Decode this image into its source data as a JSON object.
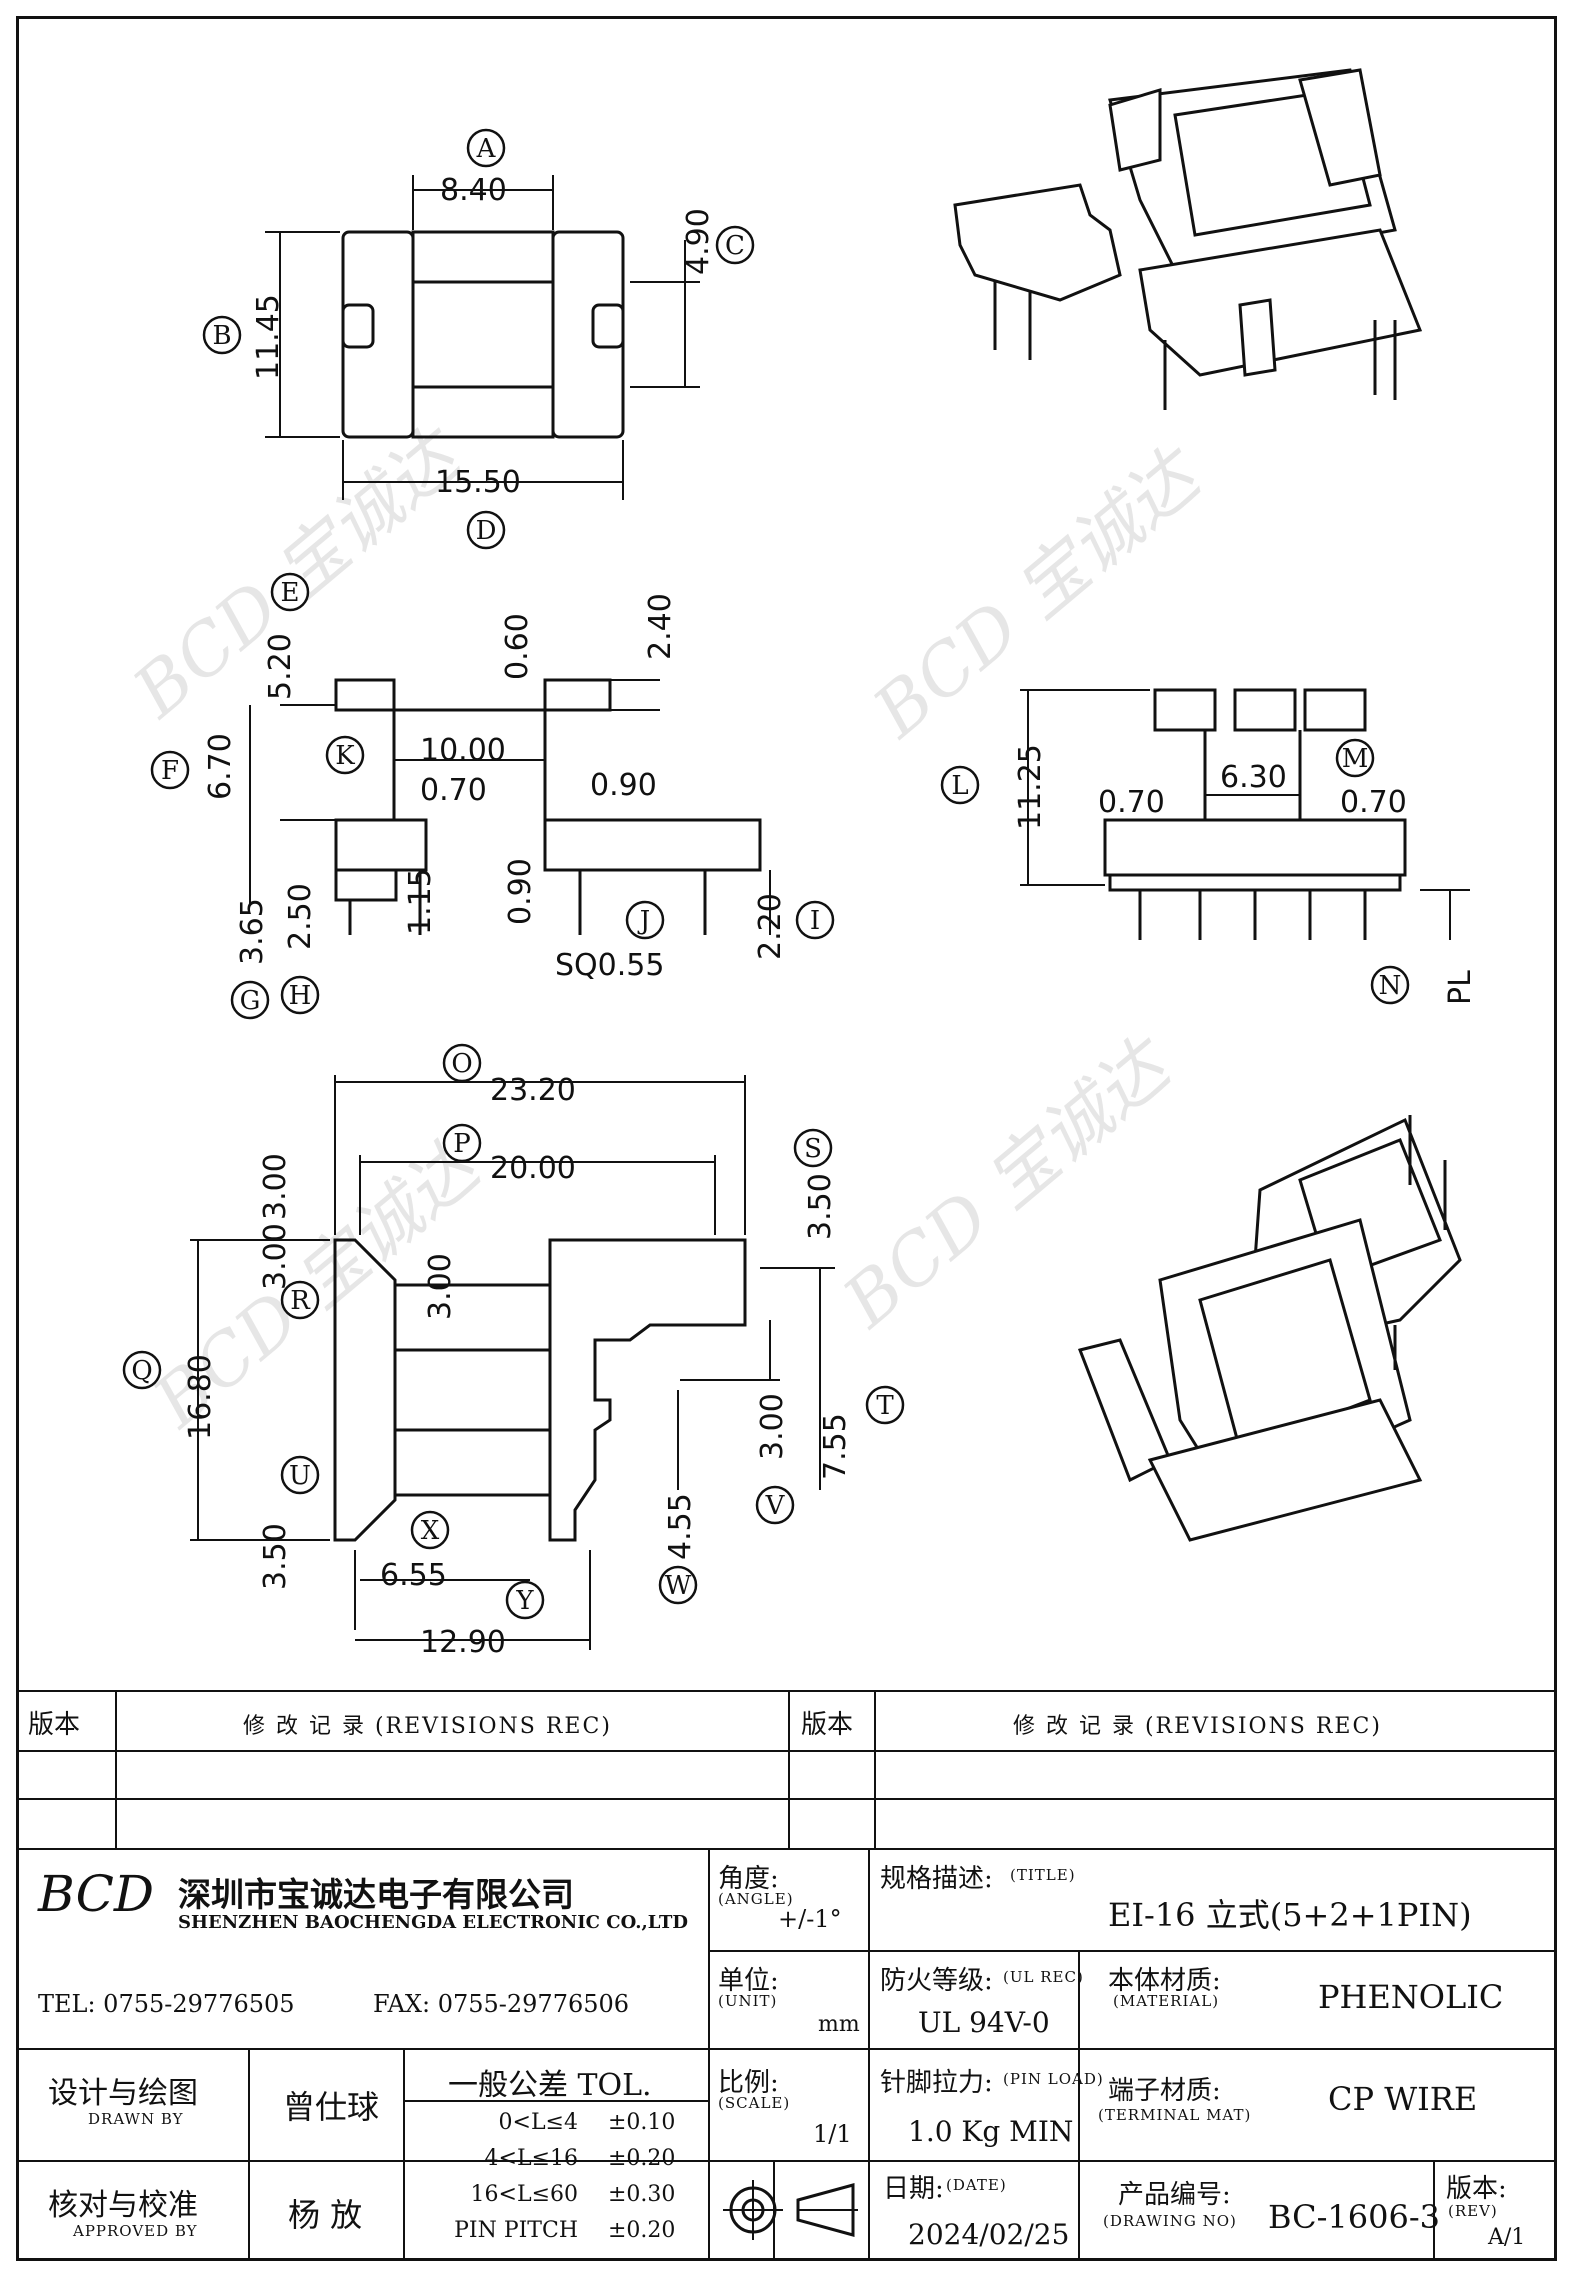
{
  "drawing": {
    "watermark": "BCD 宝诚达",
    "top_view": {
      "dims": {
        "A": "8.40",
        "B": "11.45",
        "C": "4.90",
        "D": "15.50"
      }
    },
    "side_view": {
      "dims": {
        "E": "5.20",
        "e_top": "0.60",
        "e_right": "2.40",
        "F": "6.70",
        "K": "10.00",
        "k_left": "0.70",
        "k_right": "0.90",
        "G": "3.65",
        "H": "2.50",
        "h2": "1.15",
        "j_left": "0.90",
        "J": "SQ0.55",
        "I": "2.20"
      }
    },
    "front_view": {
      "dims": {
        "L": "11.25",
        "M": "6.30",
        "m_left": "0.70",
        "m_right": "0.70",
        "N": "PL"
      }
    },
    "bottom_view": {
      "dims": {
        "O": "23.20",
        "P": "20.00",
        "Q": "16.80",
        "q_top": "3.00",
        "R": "3.00",
        "r_inner": "3.00",
        "U": "3.50",
        "S": "3.50",
        "T": "7.55",
        "t_inner": "3.00",
        "W": "4.55",
        "X": "6.55",
        "Y": "12.90"
      }
    },
    "callouts": [
      "A",
      "B",
      "C",
      "D",
      "E",
      "F",
      "G",
      "H",
      "I",
      "J",
      "K",
      "L",
      "M",
      "N",
      "O",
      "P",
      "Q",
      "R",
      "S",
      "T",
      "U",
      "V",
      "W",
      "X",
      "Y"
    ]
  },
  "revisions": {
    "col1_label": "版本",
    "col1_title": "修 改 记 录 (REVISIONS REC)",
    "col2_label": "版本",
    "col2_title": "修 改 记 录 (REVISIONS REC)"
  },
  "company": {
    "logo": "BCD",
    "name_cn": "深圳市宝诚达电子有限公司",
    "name_en": "SHENZHEN BAOCHENGDA ELECTRONIC CO.,LTD",
    "tel": "TEL: 0755-29776505",
    "fax": "FAX: 0755-29776506"
  },
  "titleblock": {
    "angle_label": "角度:",
    "angle_en": "(ANGLE)",
    "angle_val": "+/-1°",
    "title_label": "规格描述:",
    "title_en": "(TITLE)",
    "title_val": "EI-16 立式(5+2+1PIN)",
    "unit_label": "单位:",
    "unit_en": "(UNIT)",
    "unit_val": "mm",
    "ul_label": "防火等级:",
    "ul_en": "(UL REC)",
    "ul_val": "UL 94V-0",
    "material_label": "本体材质:",
    "material_en": "(MATERIAL)",
    "material_val": "PHENOLIC",
    "drawn_label": "设计与绘图",
    "drawn_en": "DRAWN BY",
    "drawn_val": "曾仕球",
    "tol_label": "一般公差 TOL.",
    "tol_rows": [
      {
        "range": "0<L≤4",
        "tol": "±0.10"
      },
      {
        "range": "4<L≤16",
        "tol": "±0.20"
      },
      {
        "range": "16<L≤60",
        "tol": "±0.30"
      },
      {
        "range": "PIN PITCH",
        "tol": "±0.20"
      }
    ],
    "scale_label": "比例:",
    "scale_en": "(SCALE)",
    "scale_val": "1/1",
    "pinload_label": "针脚拉力:",
    "pinload_en": "(PIN LOAD)",
    "pinload_val": "1.0 Kg MIN",
    "terminal_label": "端子材质:",
    "terminal_en": "(TERMINAL MAT)",
    "terminal_val": "CP WIRE",
    "approved_label": "核对与校准",
    "approved_en": "APPROVED BY",
    "approved_val": "杨 放",
    "date_label": "日期:",
    "date_en": "(DATE)",
    "date_val": "2024/02/25",
    "drawingno_label": "产品编号:",
    "drawingno_en": "(DRAWING NO)",
    "drawingno_val": "BC-1606-3",
    "rev_label": "版本:",
    "rev_en": "(REV)",
    "rev_val": "A/1"
  }
}
